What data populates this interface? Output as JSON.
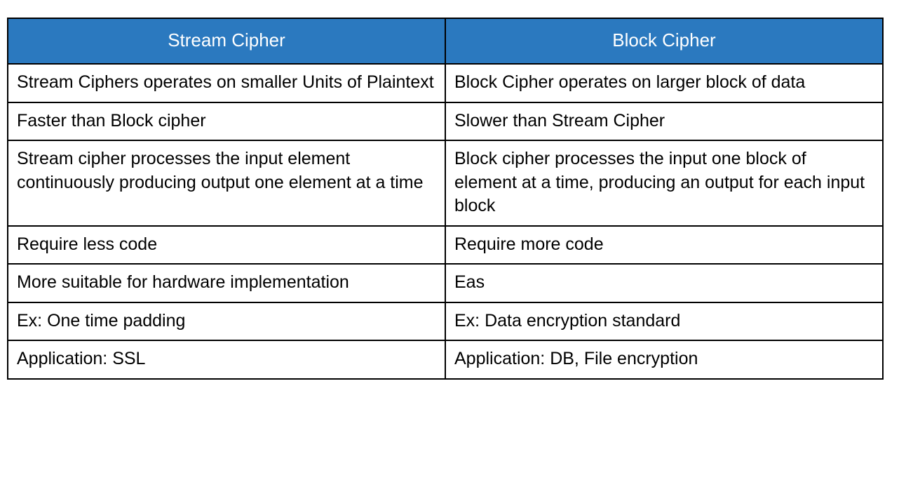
{
  "table": {
    "accent_color": "#2b79bf",
    "header_text_color": "#ffffff",
    "border_color": "#000000",
    "body_text_color": "#000000",
    "columns": [
      {
        "key": "stream",
        "label": "Stream Cipher"
      },
      {
        "key": "block",
        "label": "Block Cipher"
      }
    ],
    "rows": [
      {
        "stream": "Stream Ciphers operates on smaller Units of Plaintext",
        "block": "Block Cipher operates on larger block of data"
      },
      {
        "stream": "Faster than Block cipher",
        "block": "Slower than Stream Cipher"
      },
      {
        "stream": "Stream cipher processes the input element continuously producing output one element at a time",
        "block": "Block cipher processes the input one block of element at a time, producing an output for each input block"
      },
      {
        "stream": "Require less code",
        "block": "Require more code"
      },
      {
        "stream": "More suitable for hardware implementation",
        "block": "Eas"
      },
      {
        "stream": "Ex: One time padding",
        "block": "Ex: Data encryption standard"
      },
      {
        "stream": "Application: SSL",
        "block": "Application: DB, File encryption"
      }
    ]
  }
}
